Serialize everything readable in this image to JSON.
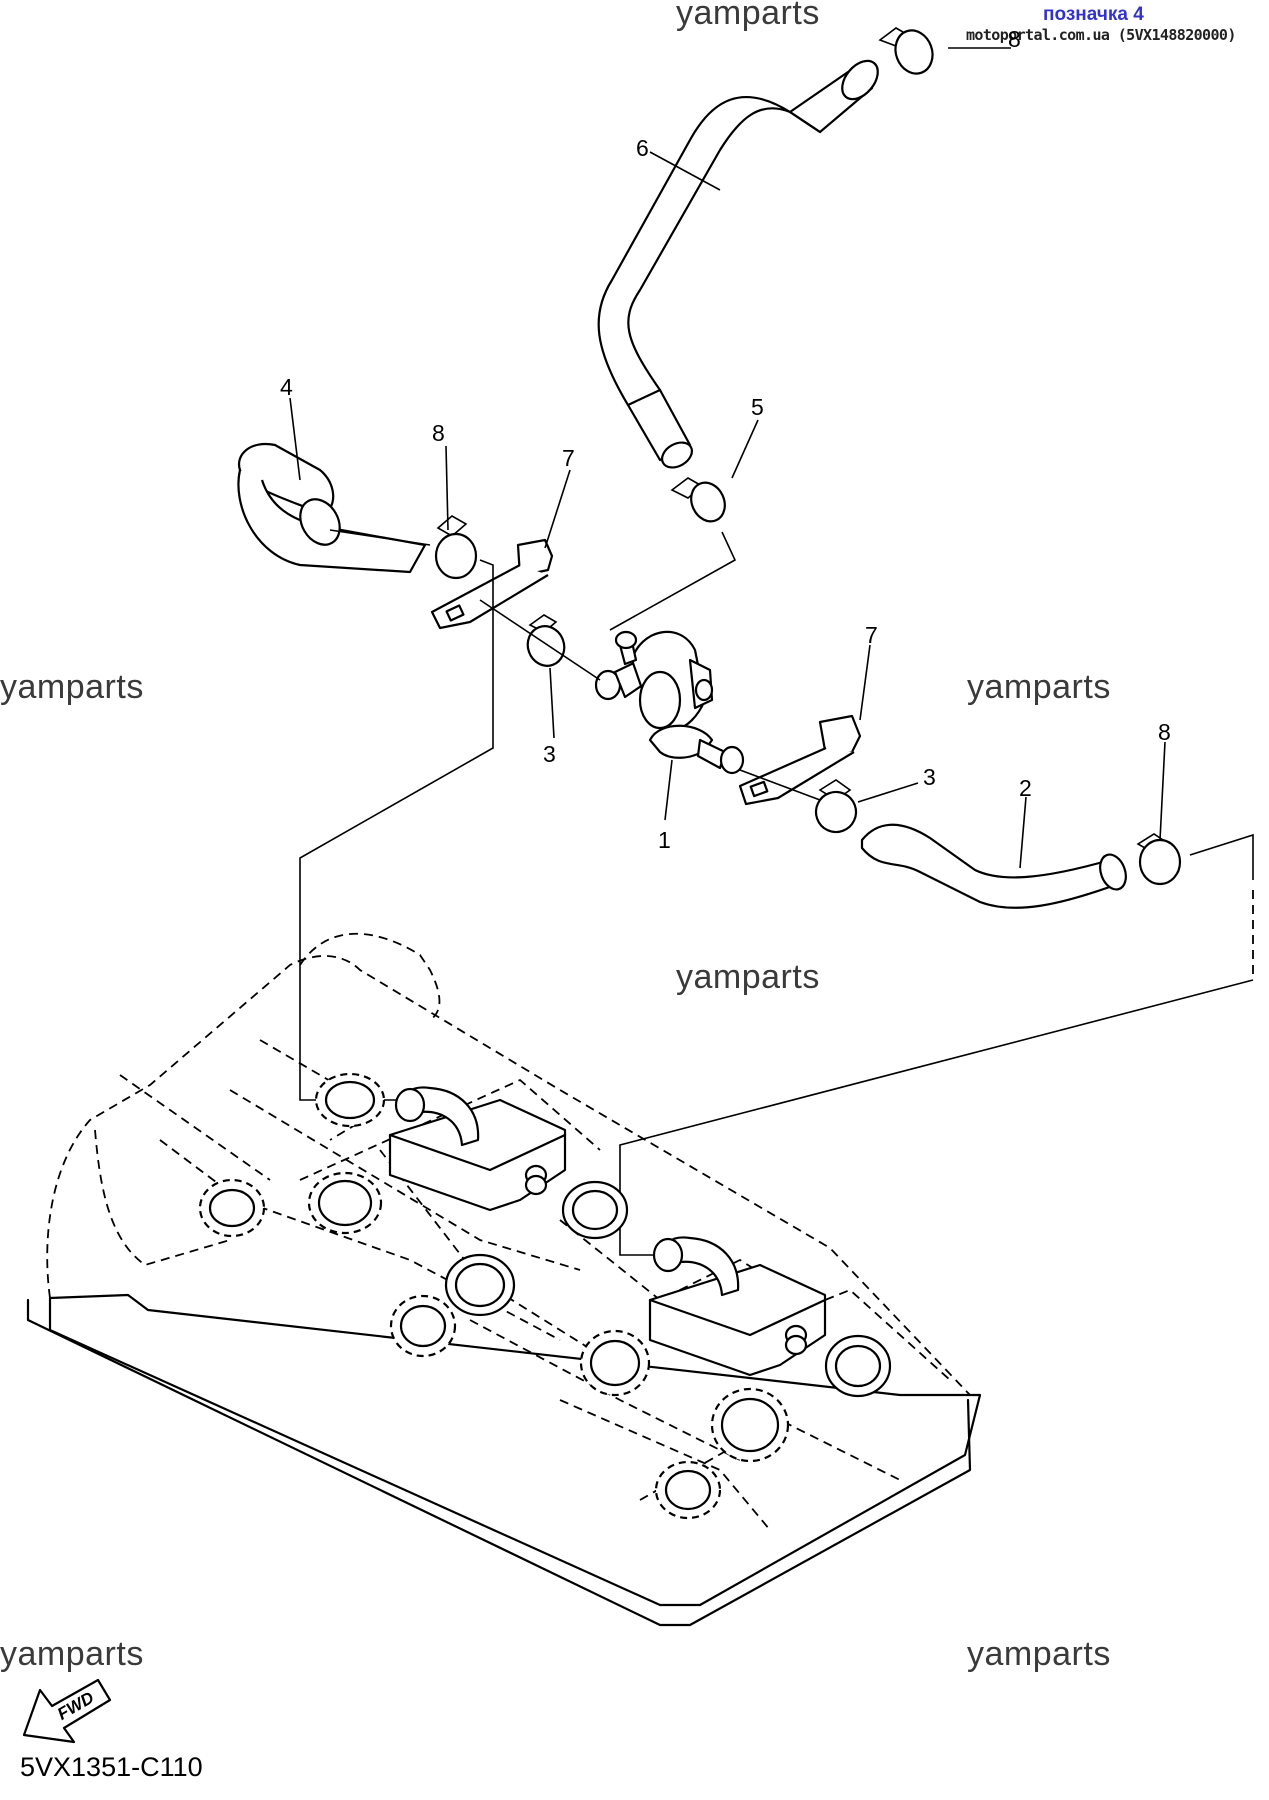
{
  "header": {
    "title": "позначка 4",
    "subtitle": "motoportal.com.ua (5VX148820000)"
  },
  "watermarks": [
    "yamparts",
    "yamparts",
    "yamparts",
    "yamparts",
    "yamparts",
    "yamparts"
  ],
  "callouts": {
    "c1": "1",
    "c2": "2",
    "c3a": "3",
    "c3b": "3",
    "c4": "4",
    "c5": "5",
    "c6": "6",
    "c7a": "7",
    "c7b": "7",
    "c8a": "8",
    "c8b": "8",
    "c8c": "8"
  },
  "fwd_label": "FWD",
  "diagram_code": "5VX1351-C110"
}
